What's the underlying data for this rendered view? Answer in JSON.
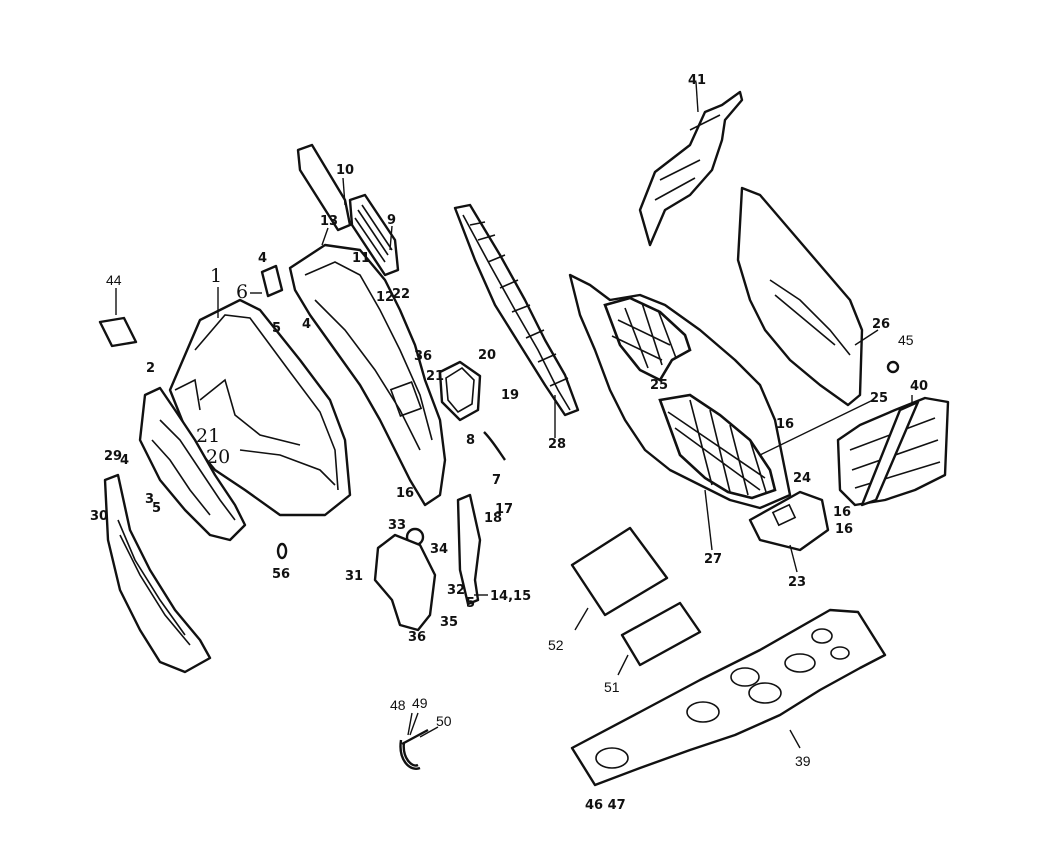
{
  "callouts": {
    "c1": "1",
    "c2": "2",
    "c3": "3",
    "c4a": "4",
    "c4b": "4",
    "c4c": "4",
    "c5a": "5",
    "c5b": "5",
    "c5c": "5",
    "c6": "6",
    "c7": "7",
    "c8": "8",
    "c9": "9",
    "c10": "10",
    "c11": "11",
    "c12": "12",
    "c13": "13",
    "c14_15": "14,15",
    "c16a": "16",
    "c16b": "16",
    "c16c": "16",
    "c16d": "16",
    "c17": "17",
    "c18": "18",
    "c19": "19",
    "c20a": "20",
    "c20b": "20",
    "c21a": "21",
    "c21b": "21",
    "c22": "22",
    "c23": "23",
    "c24": "24",
    "c25a": "25",
    "c25b": "25",
    "c26": "26",
    "c27": "27",
    "c28": "28",
    "c29": "29",
    "c30": "30",
    "c31": "31",
    "c32": "32",
    "c33": "33",
    "c34": "34",
    "c35": "35",
    "c36a": "36",
    "c36b": "36",
    "c39": "39",
    "c40": "40",
    "c41": "41",
    "c44": "44",
    "c45": "45",
    "c46_47": "46 47",
    "c48": "48",
    "c49": "49",
    "c50": "50",
    "c51": "51",
    "c52": "52",
    "c56": "56"
  }
}
